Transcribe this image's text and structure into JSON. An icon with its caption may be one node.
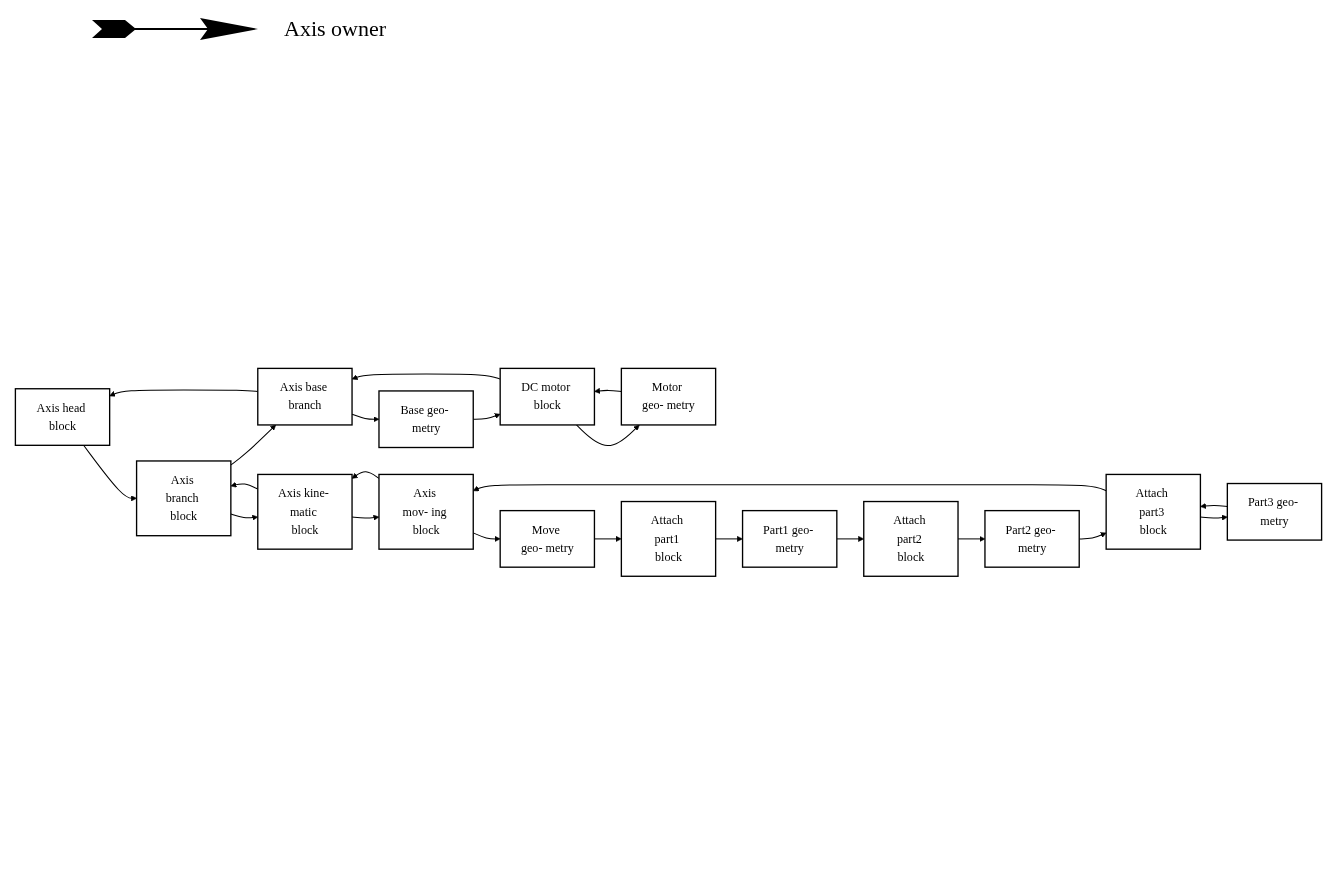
{
  "diagram": {
    "nodes": [
      {
        "text": [
          "Axis head block"
        ]
      },
      {
        "text": [
          "Axis branch block"
        ]
      },
      {
        "text": [
          "Axis base branch"
        ]
      },
      {
        "text": [
          "Axis kine- matic block"
        ]
      },
      {
        "text": [
          "Axis mov- ing block"
        ]
      },
      {
        "text": [
          "Base geo- metry"
        ]
      },
      {
        "text": [
          "DC motor block"
        ]
      },
      {
        "text": [
          "Motor geo- metry"
        ]
      },
      {
        "text": [
          "Move geo- metry"
        ]
      },
      {
        "text": [
          "Attach part1 block"
        ]
      },
      {
        "text": [
          "Part1 geo- metry"
        ]
      },
      {
        "text": [
          "Attach part2 block"
        ]
      },
      {
        "text": [
          "Part2 geo- metry"
        ]
      },
      {
        "text": [
          "Attach part3 block"
        ]
      },
      {
        "text": [
          "Part3 geo- metry"
        ]
      }
    ],
    "edges": [
      {
        "from": 0,
        "to": 1,
        "arrow": "to"
      },
      {
        "from": 2,
        "to": 0,
        "arrow": "to"
      },
      {
        "from": 1,
        "to": 2,
        "arrow": "to"
      },
      {
        "from": 1,
        "to": 3,
        "arrow": "to"
      },
      {
        "from": 3,
        "to": 1,
        "arrow": "to"
      },
      {
        "from": 2,
        "to": 5,
        "arrow": "to"
      },
      {
        "from": 6,
        "to": 2,
        "arrow": "to"
      },
      {
        "from": 5,
        "to": 6,
        "arrow": "to"
      },
      {
        "from": 6,
        "to": 7,
        "arrow": "to"
      },
      {
        "from": 7,
        "to": 6,
        "arrow": "to"
      },
      {
        "from": 3,
        "to": 4,
        "arrow": "to"
      },
      {
        "from": 4,
        "to": 3,
        "arrow": "to"
      },
      {
        "from": 4,
        "to": 8,
        "arrow": "to"
      },
      {
        "from": 8,
        "to": 9,
        "arrow": "to"
      },
      {
        "from": 9,
        "to": 10,
        "arrow": "to"
      },
      {
        "from": 10,
        "to": 11,
        "arrow": "to"
      },
      {
        "from": 11,
        "to": 12,
        "arrow": "to"
      },
      {
        "from": 12,
        "to": 13,
        "arrow": "to"
      },
      {
        "from": 13,
        "to": 4,
        "arrow": "to"
      },
      {
        "from": 13,
        "to": 14,
        "arrow": "to"
      },
      {
        "from": 14,
        "to": 13,
        "arrow": "to"
      }
    ],
    "legend": [
      {
        "text": "Axis owner"
      }
    ]
  }
}
